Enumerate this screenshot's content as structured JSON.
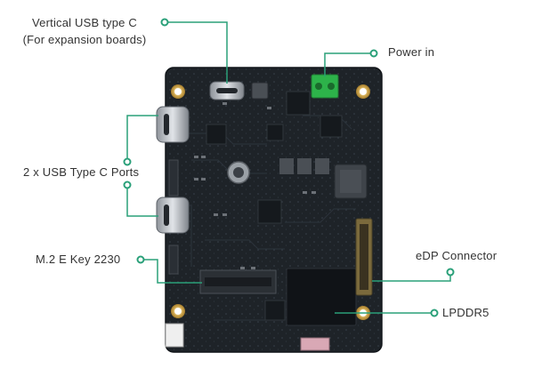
{
  "labels": {
    "vertical_usb_line1": "Vertical USB type C",
    "vertical_usb_line2": "(For expansion boards)",
    "power_in": "Power in",
    "usb_ports": "2 x USB Type C Ports",
    "m2_key": "M.2 E Key 2230",
    "edp": "eDP Connector",
    "lpddr": "LPDDR5"
  },
  "colors": {
    "callout": "#2aa079",
    "board": "#1d2227",
    "text": "#333333"
  }
}
